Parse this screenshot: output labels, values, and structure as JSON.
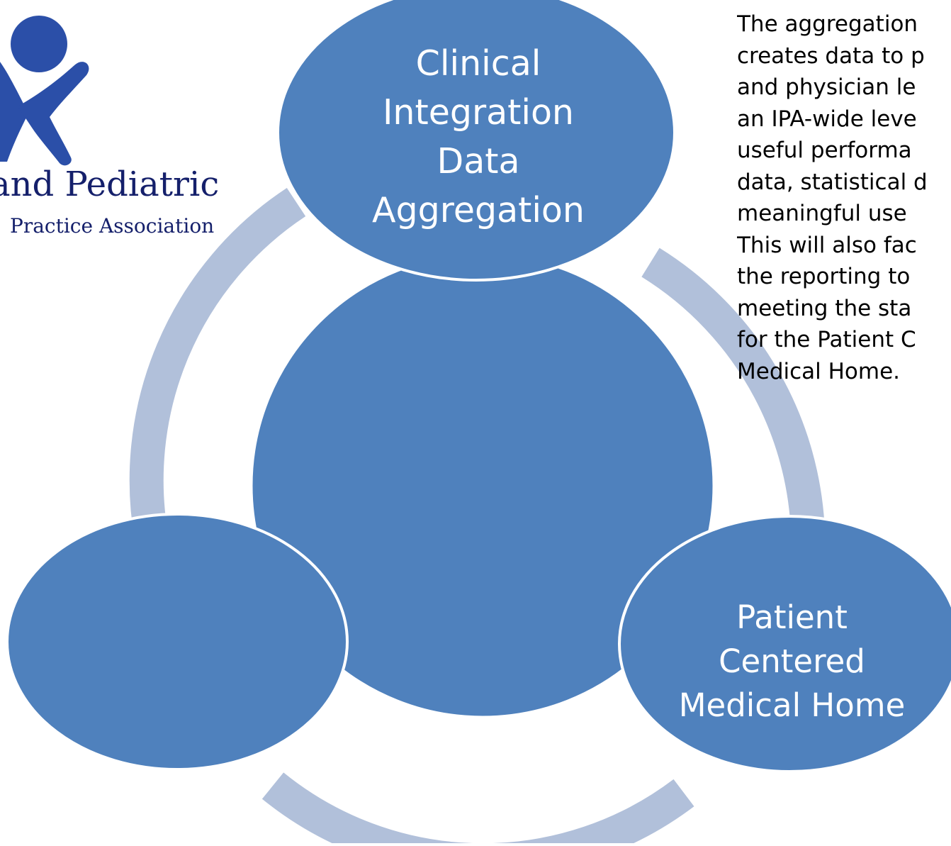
{
  "logo": {
    "line1": "and Pediatric",
    "line2": "Practice Association"
  },
  "nodes": {
    "top": {
      "lines": [
        "Clinical",
        "Integration",
        "Data",
        "Aggregation"
      ]
    },
    "right": {
      "lines": [
        "Patient",
        "Centered",
        "Medical Home"
      ]
    },
    "left": {
      "lines": []
    }
  },
  "description": {
    "lines": [
      "The aggregation",
      "creates data to p",
      "and physician le",
      "an IPA-wide leve",
      "useful  performa",
      "data, statistical d",
      "meaningful use",
      "This will also fac",
      "the reporting to",
      "meeting the sta",
      "for the Patient C",
      "Medical Home."
    ]
  },
  "colors": {
    "node_fill": "#4f81bd",
    "node_stroke": "#ffffff",
    "ring": "#b1c0da",
    "logo": "#15206b"
  }
}
